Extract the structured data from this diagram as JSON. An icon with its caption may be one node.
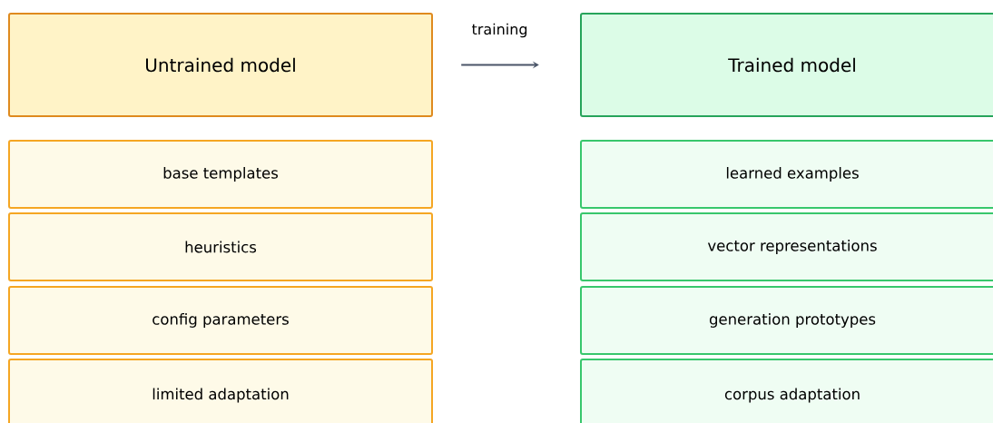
{
  "diagram": {
    "nodes": [
      {
        "text": [
          "Untrained model"
        ]
      },
      {
        "text": [
          "Trained model"
        ]
      },
      {
        "text": [
          "base templates"
        ]
      },
      {
        "text": [
          "learned examples"
        ]
      },
      {
        "text": [
          "heuristics"
        ]
      },
      {
        "text": [
          "vector representations"
        ]
      },
      {
        "text": [
          "config parameters"
        ]
      },
      {
        "text": [
          "generation prototypes"
        ]
      },
      {
        "text": [
          "limited adaptation"
        ]
      },
      {
        "text": [
          "corpus adaptation"
        ]
      }
    ],
    "edges": [
      {
        "from": 0,
        "to": 1,
        "arrow": "to",
        "label": "training"
      }
    ]
  }
}
